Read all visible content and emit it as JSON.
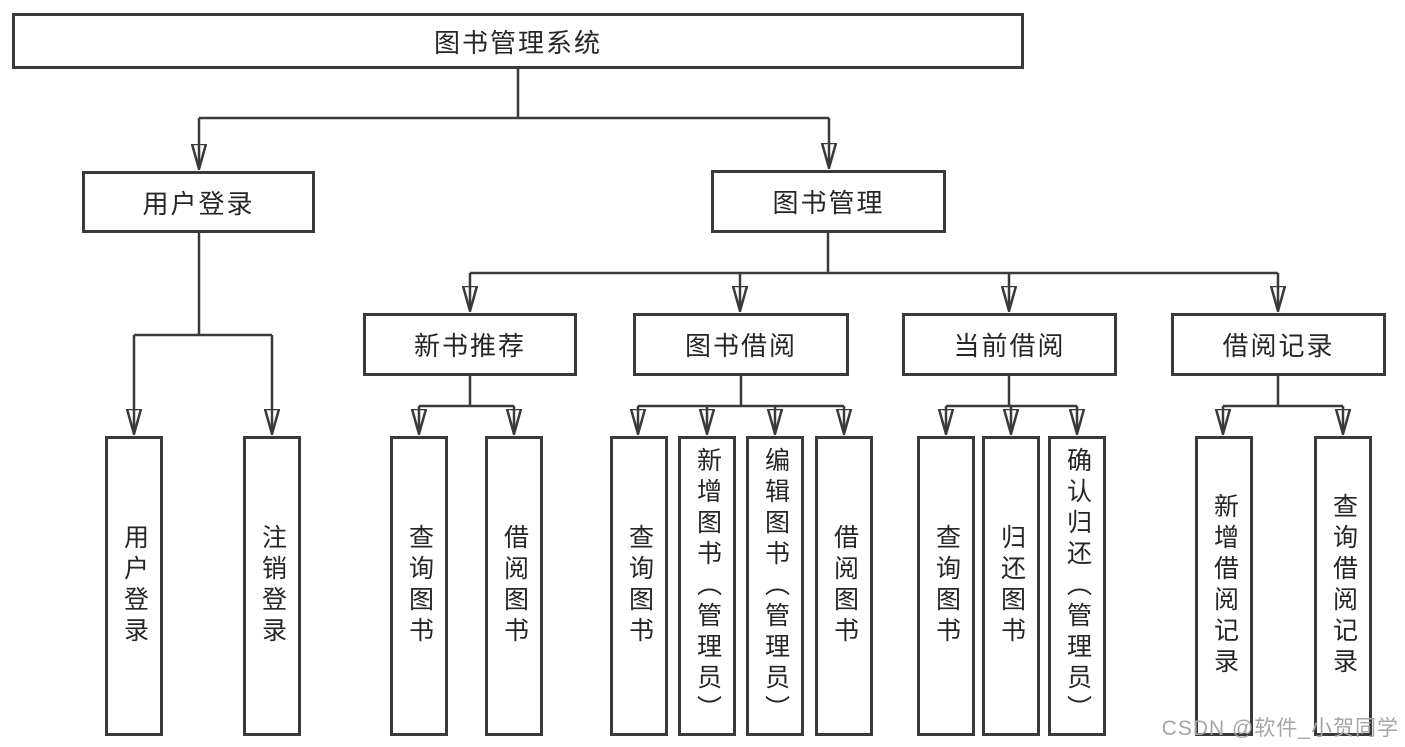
{
  "diagram": {
    "root_label": "图书管理系统",
    "branches": [
      {
        "label": "用户登录",
        "children": [
          {
            "label": "用户登录"
          },
          {
            "label": "注销登录"
          }
        ]
      },
      {
        "label": "图书管理",
        "groups": [
          {
            "label": "新书推荐",
            "children": [
              {
                "label": "查询图书"
              },
              {
                "label": "借阅图书"
              }
            ]
          },
          {
            "label": "图书借阅",
            "children": [
              {
                "label": "查询图书"
              },
              {
                "label": "新增图书（管理员）"
              },
              {
                "label": "编辑图书（管理员）"
              },
              {
                "label": "借阅图书"
              }
            ]
          },
          {
            "label": "当前借阅",
            "children": [
              {
                "label": "查询图书"
              },
              {
                "label": "归还图书"
              },
              {
                "label": "确认归还（管理员）"
              }
            ]
          },
          {
            "label": "借阅记录",
            "children": [
              {
                "label": "新增借阅记录"
              },
              {
                "label": "查询借阅记录"
              }
            ]
          }
        ]
      }
    ]
  },
  "watermark": {
    "text": "CSDN @软件_小贺同学"
  },
  "colors": {
    "line": "#3a3a3a",
    "text": "#262626",
    "watermark": "#a5a5a5",
    "background": "#ffffff"
  }
}
